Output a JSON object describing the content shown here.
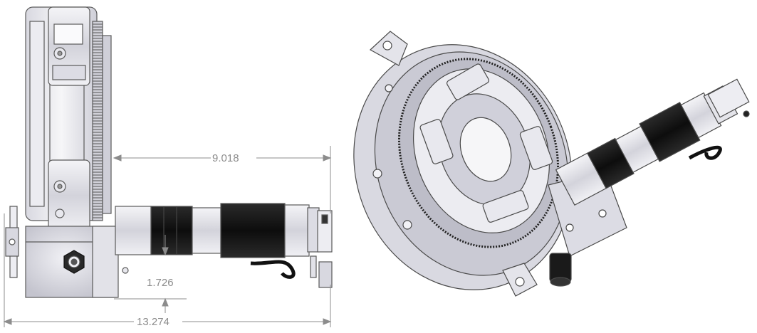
{
  "drawing": {
    "dimensions": {
      "motor_length": "9.018",
      "offset_height": "1.726",
      "overall_length": "13.274"
    },
    "views": [
      "side-view",
      "isometric-view"
    ]
  },
  "colors": {
    "line": "#5a5a5a",
    "metal_light": "#e6e6ec",
    "metal_mid": "#c9c9d2",
    "dark": "#151515",
    "dim": "#8c8c8c"
  }
}
